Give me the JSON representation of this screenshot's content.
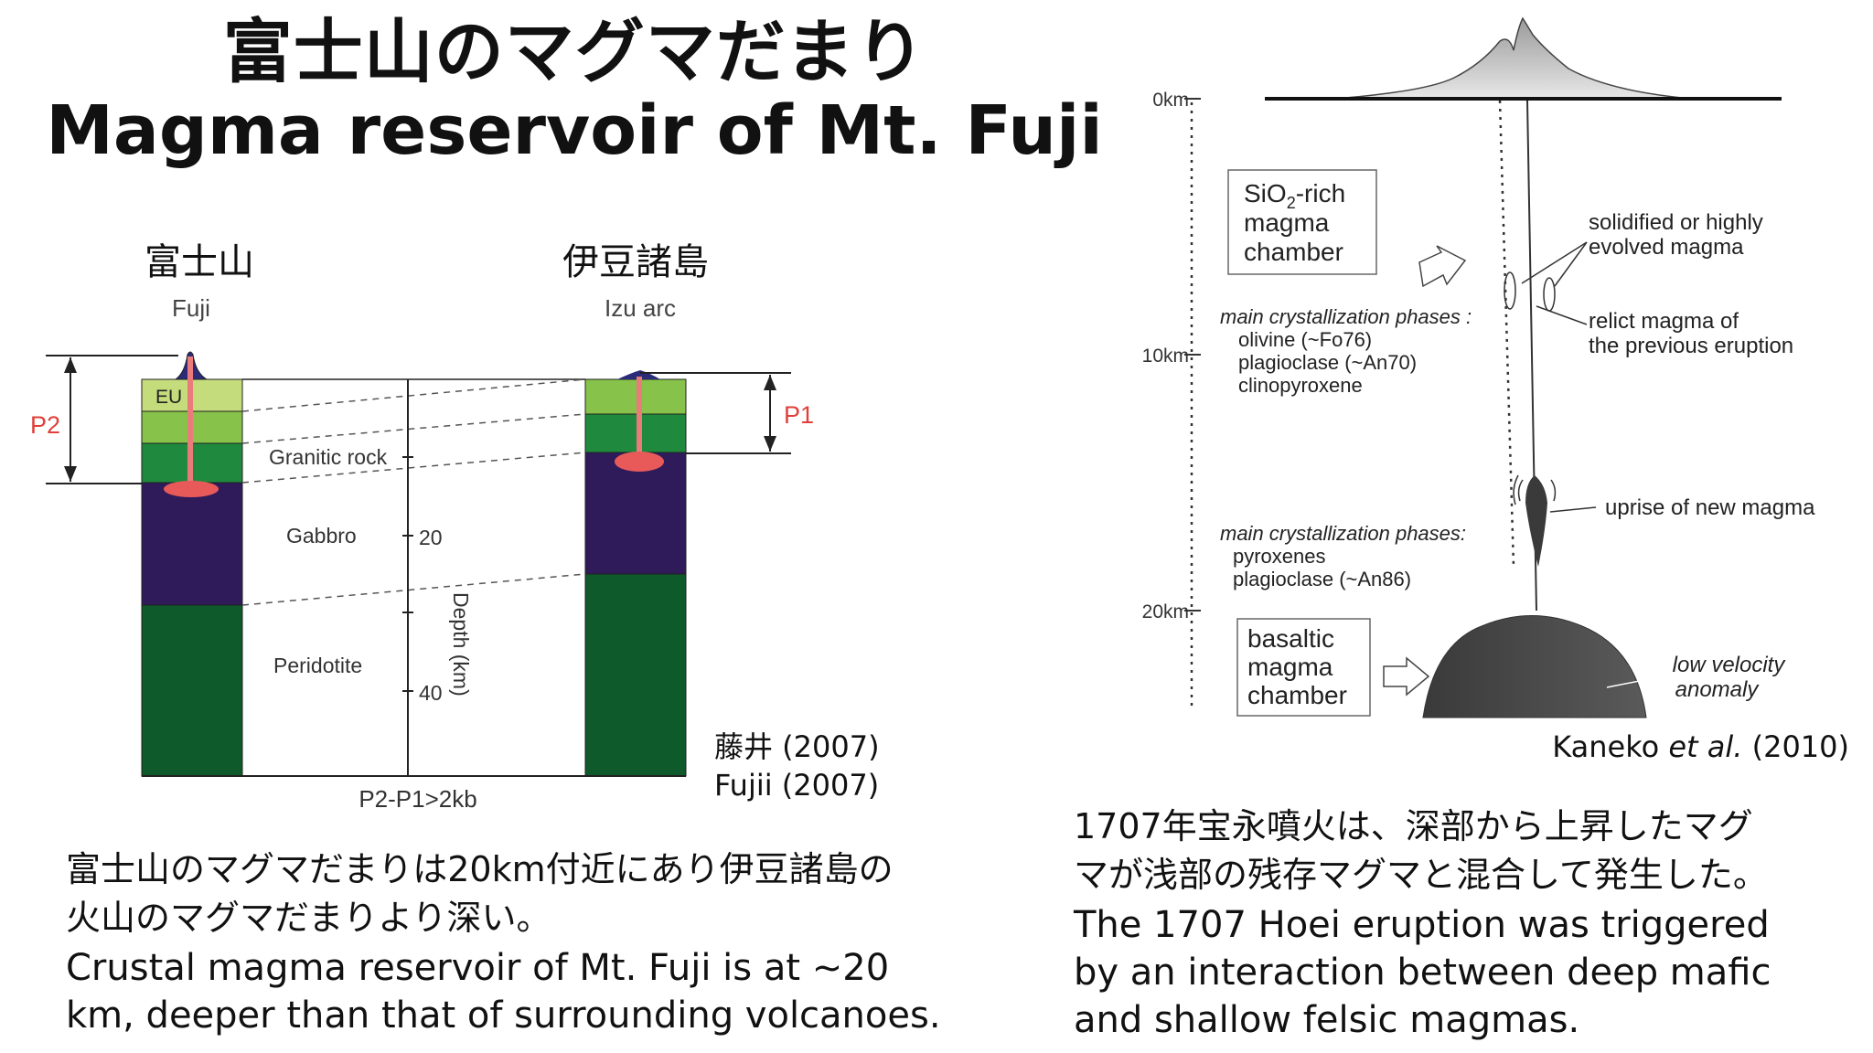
{
  "title": {
    "ja": "富士山のマグマだまり",
    "en": "Magma reservoir of Mt. Fuji"
  },
  "left_diagram": {
    "fuji_ja": "富士山",
    "fuji_en": "Fuji",
    "izu_ja": "伊豆諸島",
    "izu_en": "Izu arc",
    "p2_label": "P2",
    "p1_label": "P1",
    "eu_label": "EU",
    "layers": {
      "granitic": "Granitic rock",
      "gabbro": "Gabbro",
      "peridotite": "Peridotite"
    },
    "depth_ticks": [
      "20",
      "40"
    ],
    "depth_axis_label": "Depth (km)",
    "pressure_note": "P2-P1>2kb",
    "colors": {
      "eu": "#c5dc7c",
      "upper_green": "#87c24a",
      "mid_green": "#1f8a3e",
      "gabbro": "#2f1a5a",
      "peridotite": "#0f5a2a",
      "magma": "#e85a5a",
      "conduit": "#e97b7b"
    }
  },
  "citation_left": {
    "ja": "藤井 (2007)",
    "en": "Fujii (2007)"
  },
  "right_diagram": {
    "depth_ticks": [
      "0km",
      "10km",
      "20km"
    ],
    "sio2_box": [
      "magma",
      "chamber"
    ],
    "sio2_prefix": "SiO",
    "sio2_sub": "2",
    "sio2_suffix": "-rich",
    "shallow_phases_title": "main crystallization phases :",
    "shallow_phases": [
      "olivine (~Fo76)",
      "plagioclase (~An70)",
      "clinopyroxene"
    ],
    "solidified_note": [
      "solidified or highly",
      "evolved magma"
    ],
    "relict_note": [
      "relict magma of",
      "the previous eruption"
    ],
    "uprise_note": "uprise of new magma",
    "deep_phases_title": "main crystallization phases:",
    "deep_phases": [
      "pyroxenes",
      "plagioclase (~An86)"
    ],
    "basaltic_box": [
      "basaltic",
      "magma",
      "chamber"
    ],
    "low_velocity": [
      "low velocity",
      "anomaly"
    ]
  },
  "citation_right": {
    "author": "Kaneko ",
    "etal": "et al.",
    "year": " (2010)"
  },
  "caption_left": {
    "ja_line1": "富士山のマグマだまりは20km付近にあり伊豆諸島の",
    "ja_line2": "火山のマグマだまりより深い。",
    "en_line1": "Crustal magma reservoir of Mt. Fuji is at ~20",
    "en_line2": "km, deeper than that of surrounding volcanoes."
  },
  "caption_right": {
    "ja_line1": "1707年宝永噴火は、深部から上昇したマグ",
    "ja_line2": "マが浅部の残存マグマと混合して発生した。",
    "en_line1": "The 1707 Hoei eruption was triggered",
    "en_line2": "by an interaction between deep mafic",
    "en_line3": "and shallow felsic magmas."
  }
}
